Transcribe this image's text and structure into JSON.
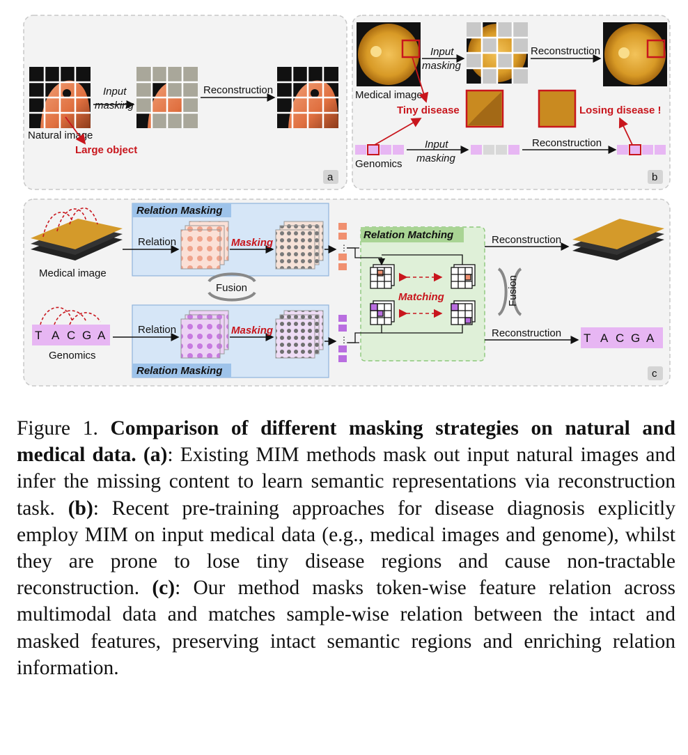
{
  "panel_a": {
    "input_masking_1": "Input",
    "input_masking_2": "masking",
    "reconstruction": "Reconstruction",
    "natural_image": "Natural image",
    "large_object": "Large object",
    "tag": "a"
  },
  "panel_b": {
    "input_masking_1": "Input",
    "input_masking_2": "masking",
    "reconstruction_top": "Reconstruction",
    "medical_image": "Medical image",
    "tiny_disease": "Tiny disease",
    "losing_disease": "Losing disease !",
    "genomics": "Genomics",
    "input_masking_g1": "Input",
    "input_masking_g2": "masking",
    "reconstruction_bottom": "Reconstruction",
    "tag": "b"
  },
  "panel_c": {
    "relation_masking_top": "Relation Masking",
    "relation_masking_bottom": "Relation Masking",
    "relation_top": "Relation",
    "relation_bottom": "Relation",
    "masking_top": "Masking",
    "masking_bottom": "Masking",
    "fusion_left": "Fusion",
    "fusion_right": "Fusion",
    "relation_matching": "Relation Matching",
    "matching": "Matching",
    "reconstruction_top": "Reconstruction",
    "reconstruction_bottom": "Reconstruction",
    "medical_image": "Medical image",
    "genomics": "Genomics",
    "seq_in": [
      "T",
      "A",
      "C",
      "G",
      "A"
    ],
    "seq_out": [
      "T",
      "A",
      "C",
      "G",
      "A"
    ],
    "tag": "c"
  },
  "caption": {
    "figure_label": "Figure 1.",
    "title": "Comparison of different masking strategies on natural and medical data.",
    "a_label": "(a)",
    "a_text": ": Existing MIM methods mask out input natural images and infer the missing content to learn semantic representations via reconstruction task.",
    "b_label": "(b)",
    "b_text": ": Recent pre-training approaches for disease diagnosis explicitly employ MIM on input medical data (e.g., medical images and genome), whilst they are prone to lose tiny disease regions and cause non-tractable reconstruction.",
    "c_label": "(c)",
    "c_text": ": Our method masks token-wise feature relation across multimodal data and matches sample-wise relation between the intact and masked features, preserving intact semantic regions and enriching relation information."
  },
  "colors": {
    "accent_red": "#c8161d",
    "panel_border": "#c8c8c8",
    "blue_box": "#d6e6f7",
    "green_box": "#dff0d8",
    "purple": "#c77ae0",
    "fundus": "#d49a2a"
  }
}
